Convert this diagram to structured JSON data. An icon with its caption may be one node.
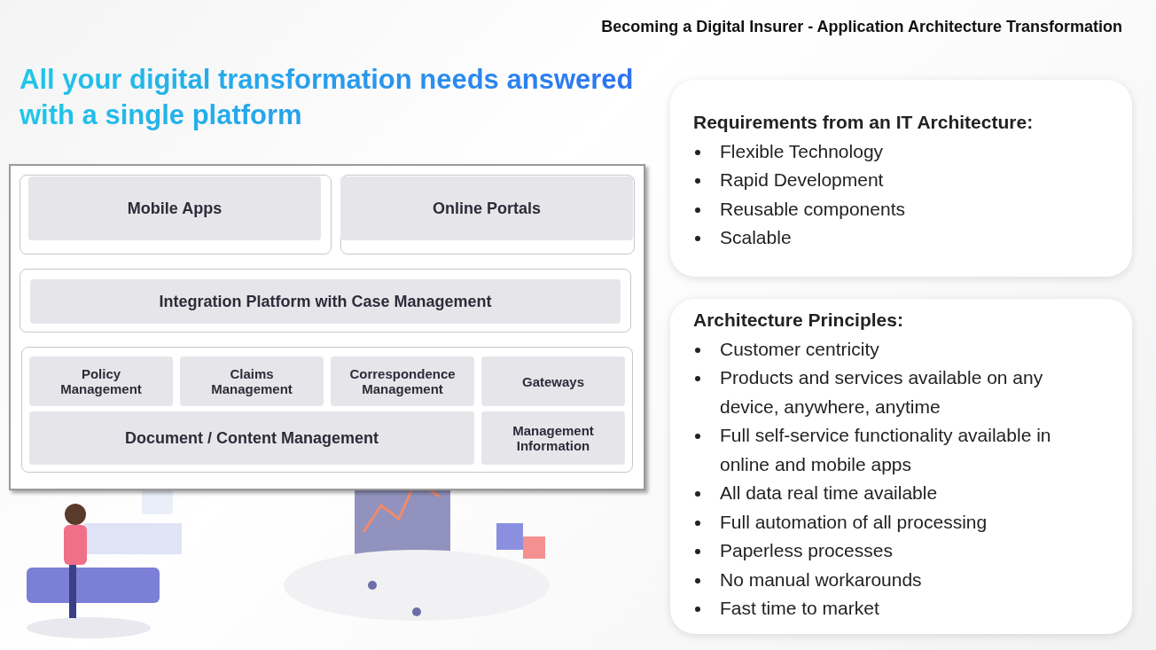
{
  "diagram": {
    "title": "All your digital transformation needs answered with a single platform",
    "nodes": [
      {
        "text": [],
        "shape": "box"
      },
      {
        "text": [
          "Mobile Apps"
        ],
        "in": 0
      },
      {
        "text": [
          "Online Portals"
        ],
        "in": 0
      },
      {
        "text": [
          "Integration Platform with Case Management"
        ],
        "in": 0
      },
      {
        "text": [],
        "shape": "box",
        "in": 0
      },
      {
        "text": [
          "Policy Management"
        ],
        "in": 4
      },
      {
        "text": [
          "Claims Management"
        ],
        "in": 4
      },
      {
        "text": [
          "Correspondence Management"
        ],
        "in": 4
      },
      {
        "text": [
          "Gateways"
        ],
        "in": 4
      },
      {
        "text": [
          "Document / Content Management"
        ],
        "in": 4
      },
      {
        "text": [
          "Management Information"
        ],
        "in": 4
      },
      {
        "text": [
          "Requirements from an IT Architecture:",
          "Flexible Technology",
          "Rapid Development",
          "Reusable components",
          "Scalable"
        ]
      },
      {
        "text": [
          "Architecture Principles:",
          "Customer centricity",
          "Products and services available on any device, anywhere, anytime",
          "Full self-service functionality available in online and mobile apps",
          "All data real time available",
          "Full automation of all processing",
          "Paperless processes",
          "No manual workarounds",
          "Fast time to market"
        ]
      }
    ],
    "edges": [],
    "labels": [
      "Becoming a Digital Insurer - Application Architecture Transformation"
    ]
  }
}
